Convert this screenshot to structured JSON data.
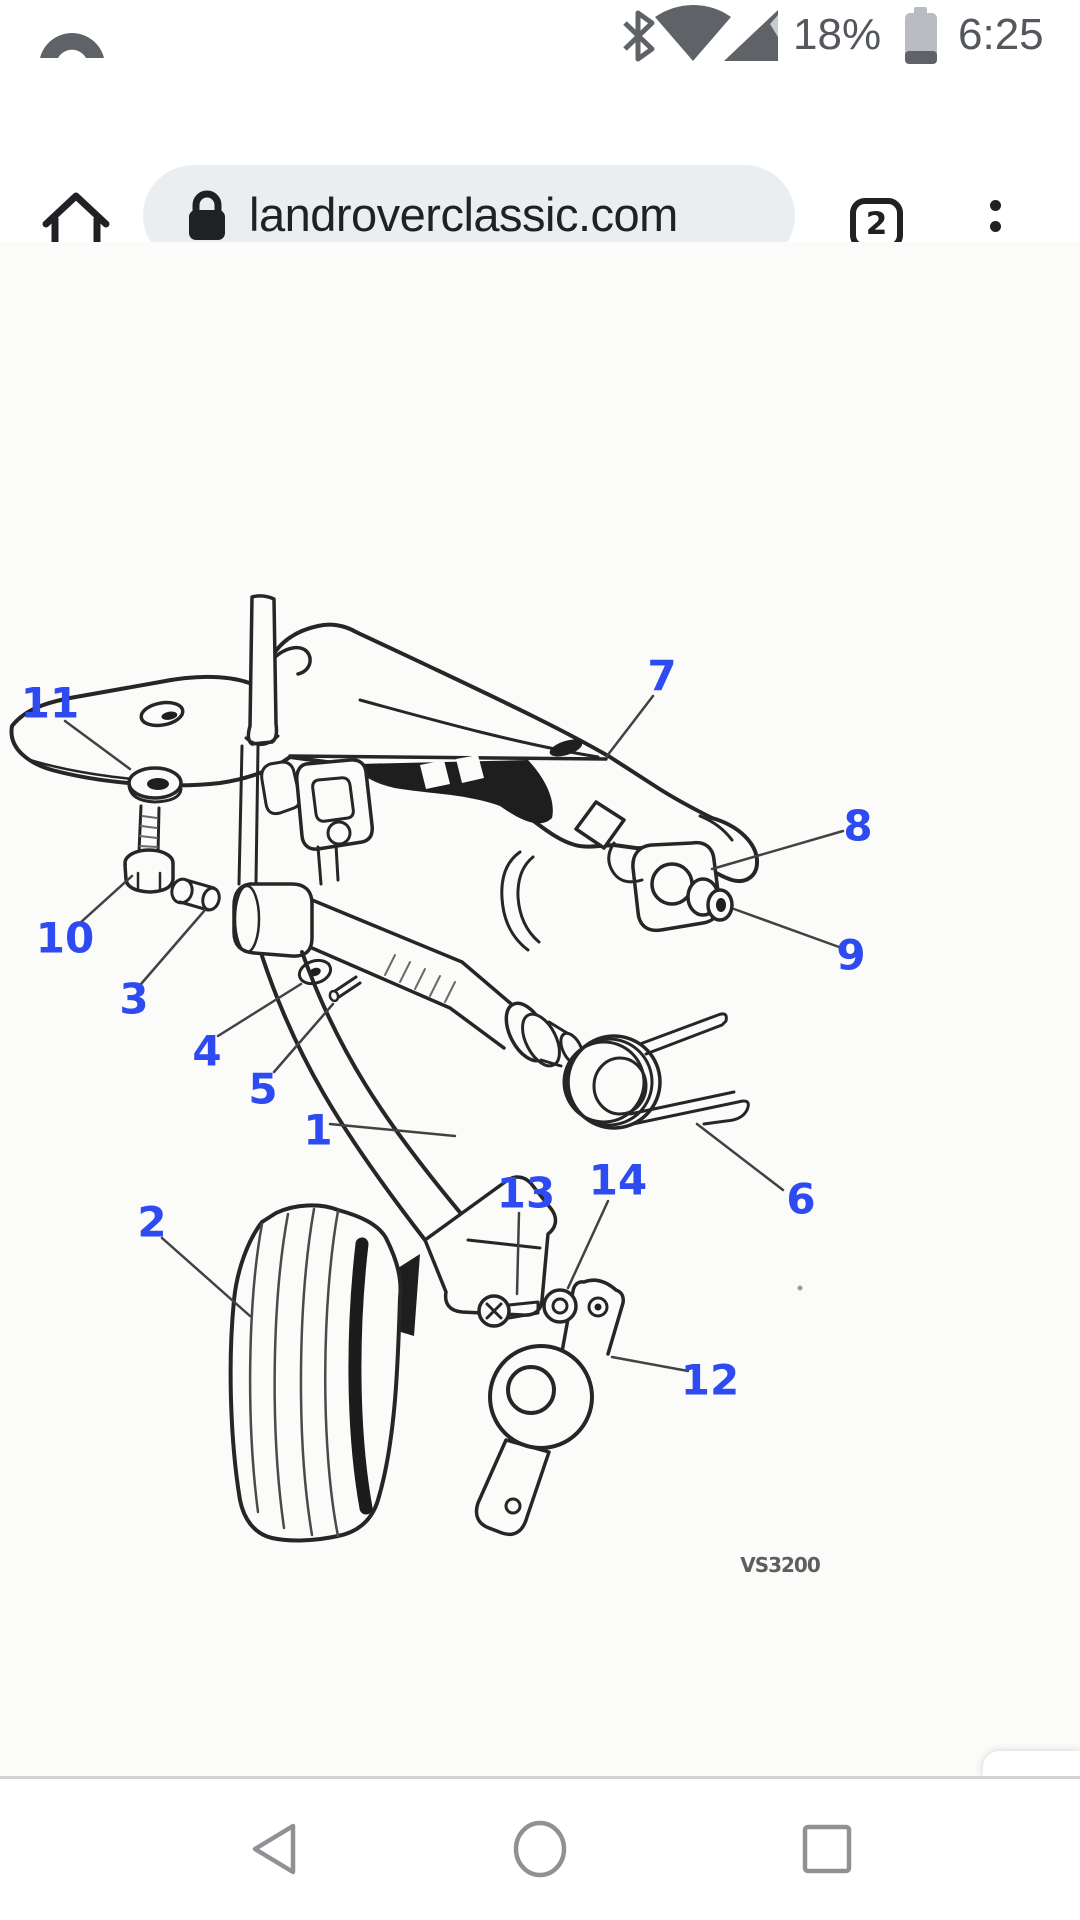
{
  "status_bar": {
    "time": "6:25",
    "battery_percent": "18%"
  },
  "toolbar": {
    "url": "landroverclassic.com",
    "tab_count": "2"
  },
  "diagram": {
    "drawing_code": "VS3200",
    "callouts": [
      "1",
      "2",
      "3",
      "4",
      "5",
      "6",
      "7",
      "8",
      "9",
      "10",
      "11",
      "12",
      "13",
      "14"
    ]
  },
  "icons": {
    "status": [
      "signal-arc",
      "bluetooth",
      "wifi",
      "cellular",
      "battery"
    ],
    "toolbar": [
      "home",
      "lock",
      "tab-switcher",
      "menu"
    ],
    "nav": [
      "back",
      "home-circle",
      "recents"
    ]
  },
  "colors": {
    "callout_blue": "#2d4bf0",
    "line": "#262626",
    "status_gray": "#5f6368"
  }
}
